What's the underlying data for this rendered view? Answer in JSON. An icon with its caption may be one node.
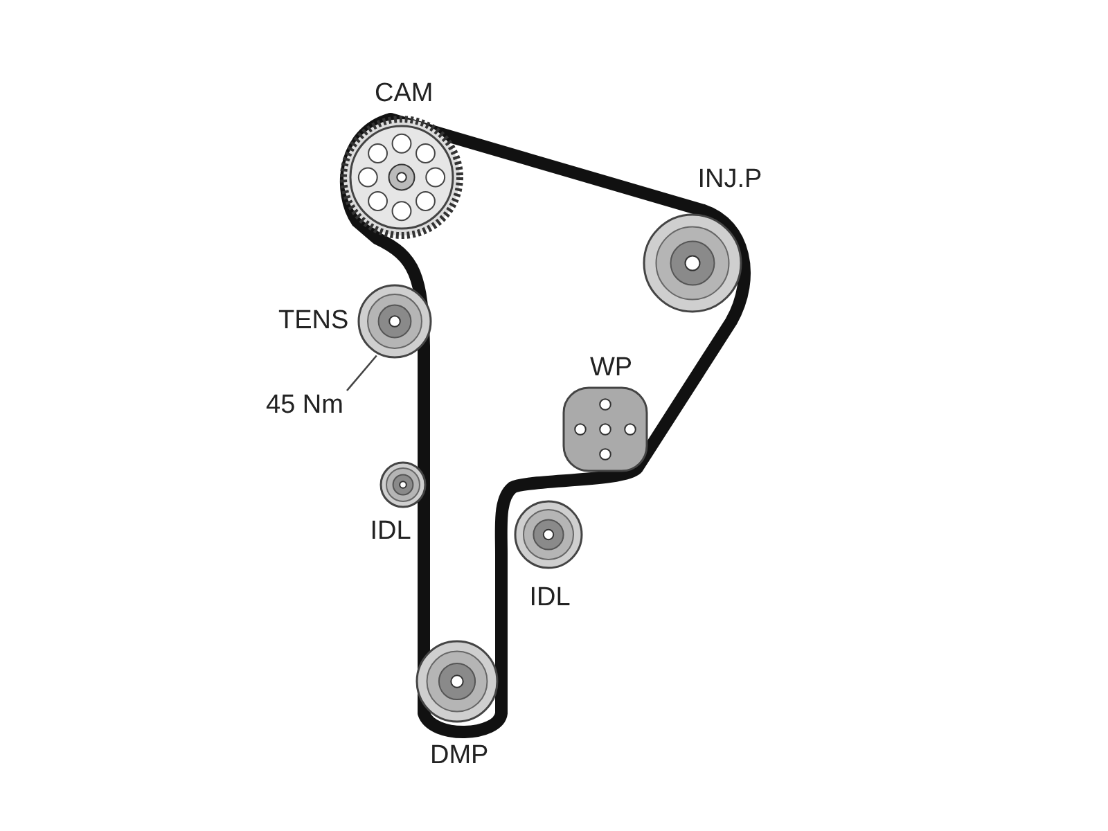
{
  "diagram": {
    "nodes": [
      {
        "text": [
          "CAM"
        ]
      },
      {
        "text": [
          "INJ.P"
        ]
      },
      {
        "text": [
          "TENS"
        ]
      },
      {
        "text": [
          "45 Nm"
        ]
      },
      {
        "text": [
          "WP"
        ]
      },
      {
        "text": [
          "IDL"
        ]
      },
      {
        "text": [
          "IDL"
        ]
      },
      {
        "text": [
          "DMP"
        ]
      }
    ],
    "edges": [
      {
        "from": 3,
        "to": 2,
        "arrow": "none"
      }
    ]
  }
}
